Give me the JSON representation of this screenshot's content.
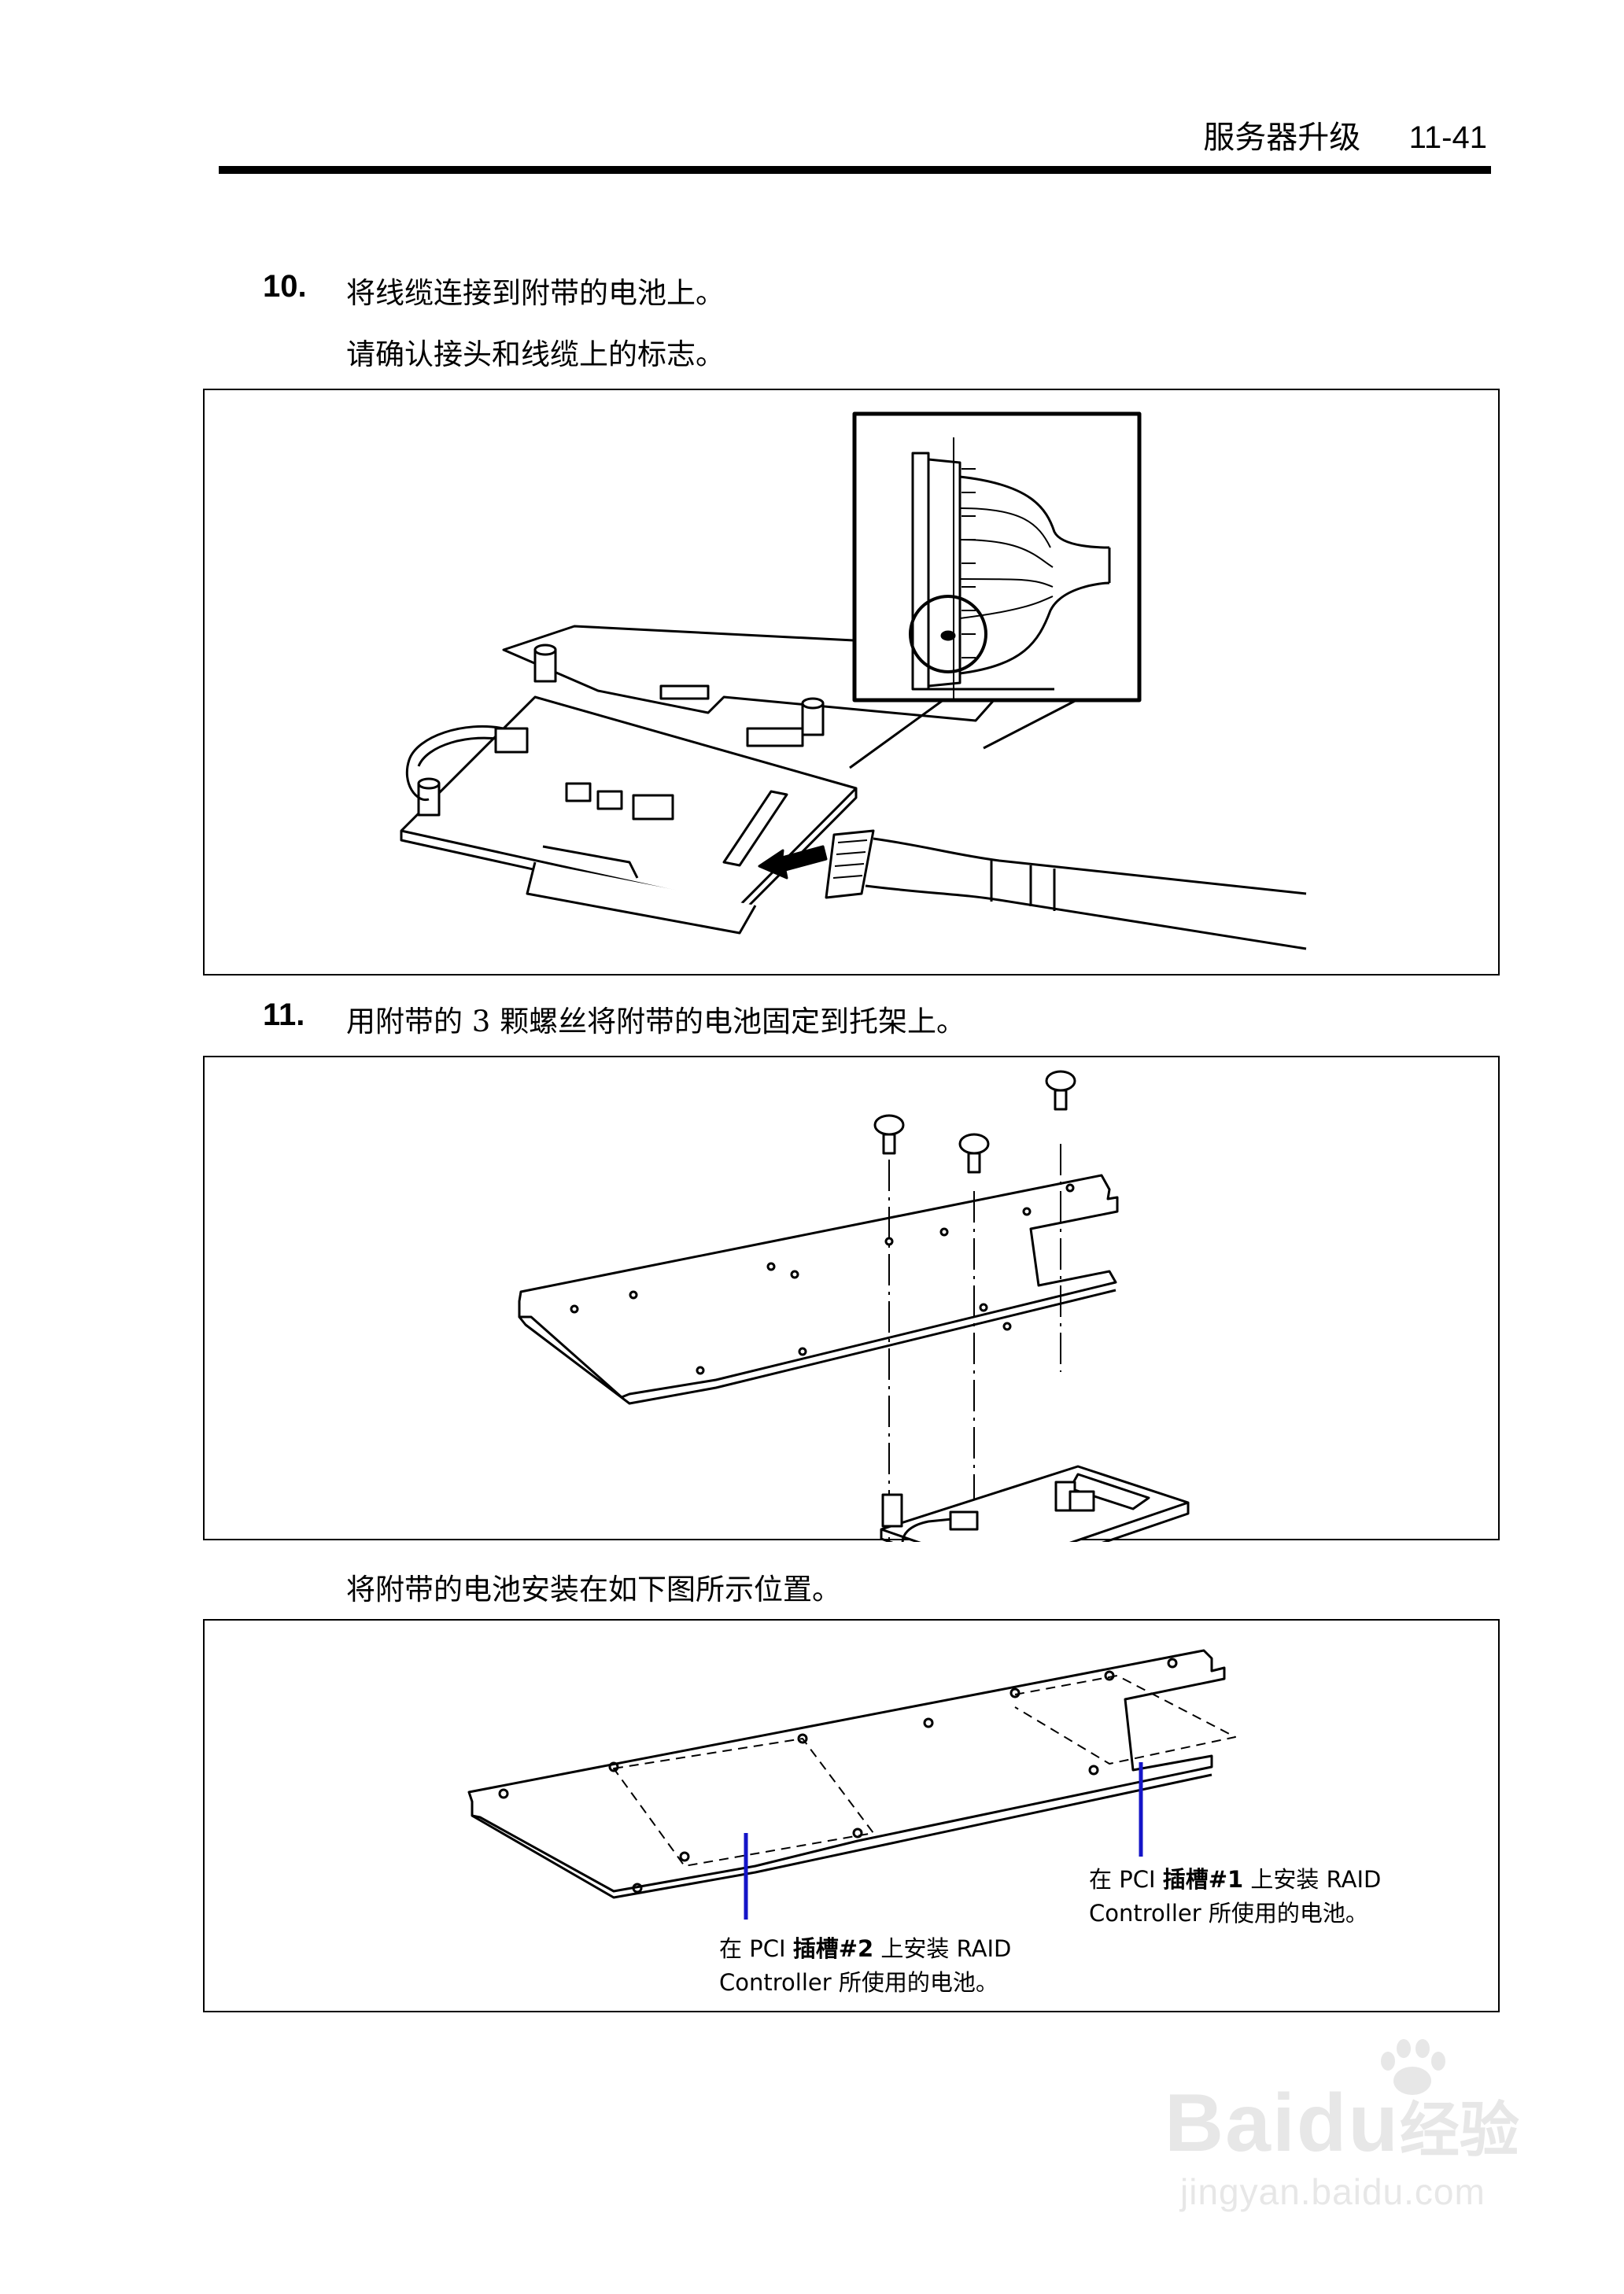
{
  "header": {
    "section_title": "服务器升级",
    "page_number": "11-41"
  },
  "steps": [
    {
      "number": "10.",
      "text": "将线缆连接到附带的电池上。",
      "subtext": "请确认接头和线缆上的标志。"
    },
    {
      "number": "11.",
      "text": "用附带的 3 颗螺丝将附带的电池固定到托架上。",
      "subtext": "将附带的电池安装在如下图所示位置。"
    }
  ],
  "figure3": {
    "callout_slot1": {
      "line1_a": "在 PCI ",
      "line1_b": "插槽#1",
      "line1_c": " 上安装 RAID",
      "line2": "Controller 所使用的电池。"
    },
    "callout_slot2": {
      "line1_a": "在 PCI ",
      "line1_b": "插槽#2",
      "line1_c": " 上安装 RAID",
      "line2": "Controller 所使用的电池。"
    },
    "callout_line_color": "#1515c8"
  },
  "watermark": {
    "brand_a": "Bai",
    "brand_b": "du",
    "brand_cn": "经验",
    "url": "jingyan.baidu.com"
  }
}
